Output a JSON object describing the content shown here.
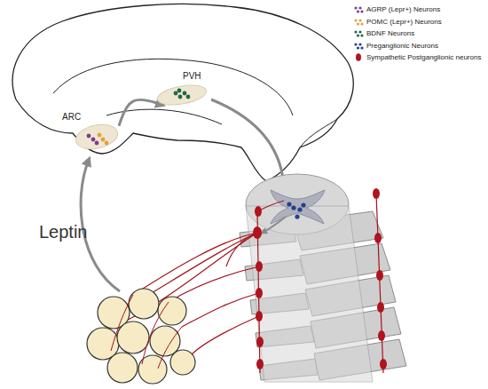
{
  "diagram": {
    "nodes": [
      {
        "text": [
          "ARC"
        ]
      },
      {
        "text": [
          "PVH"
        ]
      }
    ],
    "edges": [
      {
        "from": 0,
        "to": 1,
        "arrow": "to"
      }
    ],
    "labels": [
      "Leptin"
    ],
    "legend": [
      {
        "text": "AGRP (Lepr+) Neurons",
        "color": "#7a3d8f"
      },
      {
        "text": "POMC (Lepr+) Neurons",
        "color": "#e3a13b"
      },
      {
        "text": "BDNF Neurons",
        "color": "#1e6a40"
      },
      {
        "text": "Preganglionic Neurons",
        "color": "#23418f"
      },
      {
        "text": "Sympathetic Postganglionic neurons",
        "color": "#b0141d"
      }
    ]
  }
}
